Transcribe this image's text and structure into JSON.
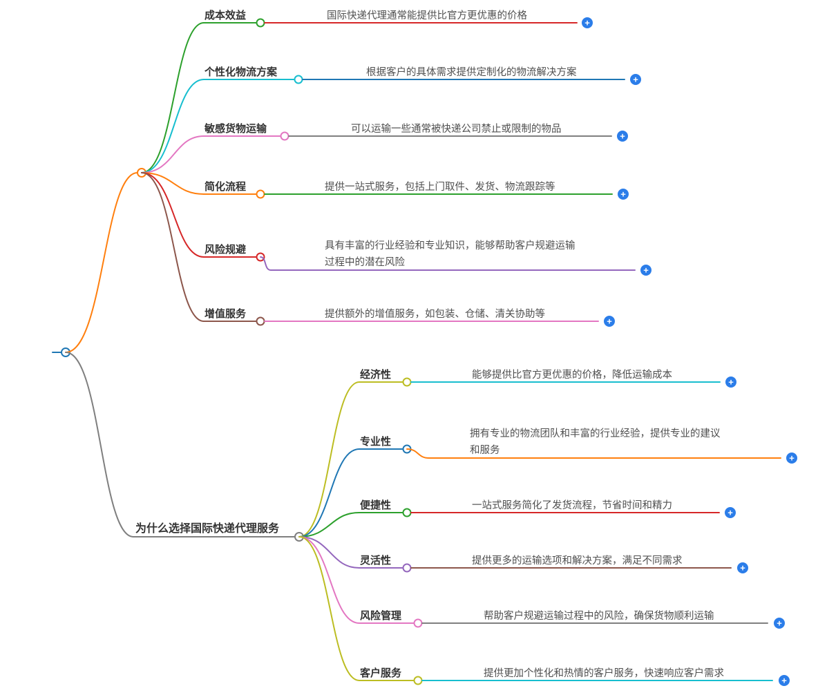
{
  "colors": {
    "blue": "#1f77b4",
    "orange": "#ff7f0e",
    "green": "#2ca02c",
    "red": "#d62728",
    "purple": "#9467bd",
    "brown": "#8c564b",
    "pink": "#e377c2",
    "gray": "#7f7f7f",
    "olive": "#bcbd22",
    "cyan": "#17becf",
    "expand": "#2b7de9"
  },
  "icons": {
    "plus": "+"
  },
  "branch1": {
    "children": [
      {
        "label": "成本效益",
        "desc_lines": [
          "国际快递代理通常能提供比官方更优惠的价格"
        ]
      },
      {
        "label": "个性化物流方案",
        "desc_lines": [
          "根据客户的具体需求提供定制化的物流解决方案"
        ]
      },
      {
        "label": "敏感货物运输",
        "desc_lines": [
          "可以运输一些通常被快递公司禁止或限制的物品"
        ]
      },
      {
        "label": "简化流程",
        "desc_lines": [
          "提供一站式服务，包括上门取件、发货、物流跟踪等"
        ]
      },
      {
        "label": "风险规避",
        "desc_lines": [
          "具有丰富的行业经验和专业知识，能够帮助客户规避运输",
          "过程中的潜在风险"
        ]
      },
      {
        "label": "增值服务",
        "desc_lines": [
          "提供额外的增值服务，如包装、仓储、清关协助等"
        ]
      }
    ]
  },
  "branch2": {
    "label": "为什么选择国际快递代理服务",
    "children": [
      {
        "label": "经济性",
        "desc_lines": [
          "能够提供比官方更优惠的价格，降低运输成本"
        ]
      },
      {
        "label": "专业性",
        "desc_lines": [
          "拥有专业的物流团队和丰富的行业经验，提供专业的建议",
          "和服务"
        ]
      },
      {
        "label": "便捷性",
        "desc_lines": [
          "一站式服务简化了发货流程，节省时间和精力"
        ]
      },
      {
        "label": "灵活性",
        "desc_lines": [
          "提供更多的运输选项和解决方案，满足不同需求"
        ]
      },
      {
        "label": "风险管理",
        "desc_lines": [
          "帮助客户规避运输过程中的风险，确保货物顺利运输"
        ]
      },
      {
        "label": "客户服务",
        "desc_lines": [
          "提供更加个性化和热情的客户服务，快速响应客户需求"
        ]
      }
    ]
  }
}
